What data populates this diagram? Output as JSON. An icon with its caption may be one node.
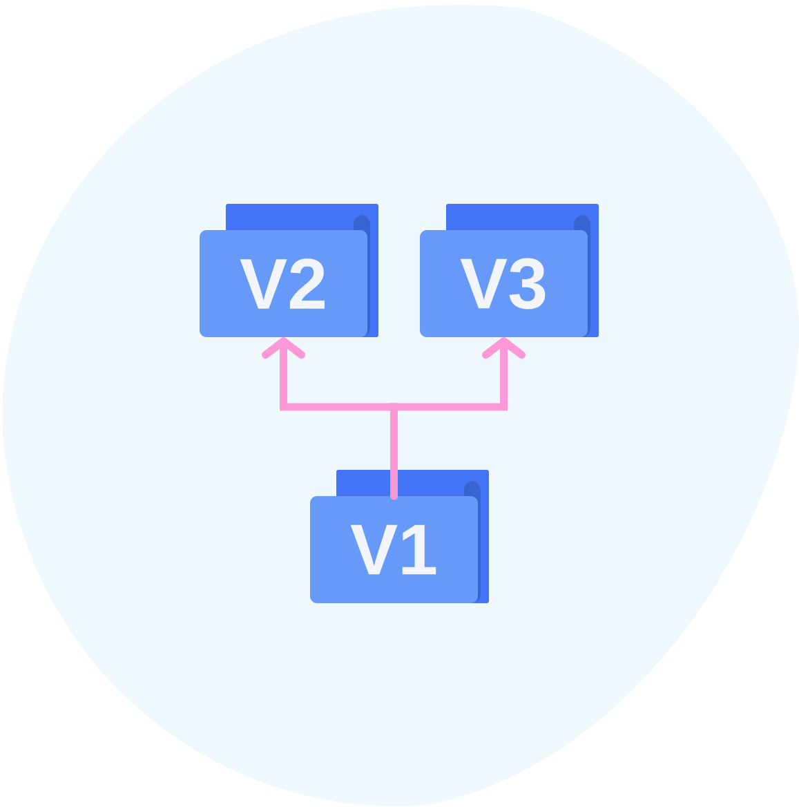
{
  "diagram": {
    "nodes": [
      {
        "text": [
          "V2"
        ]
      },
      {
        "text": [
          "V3"
        ]
      },
      {
        "text": [
          "V1"
        ]
      }
    ],
    "edges": [
      {
        "from": 2,
        "to": 0,
        "arrow": "to"
      },
      {
        "from": 2,
        "to": 1,
        "arrow": "to"
      }
    ]
  }
}
